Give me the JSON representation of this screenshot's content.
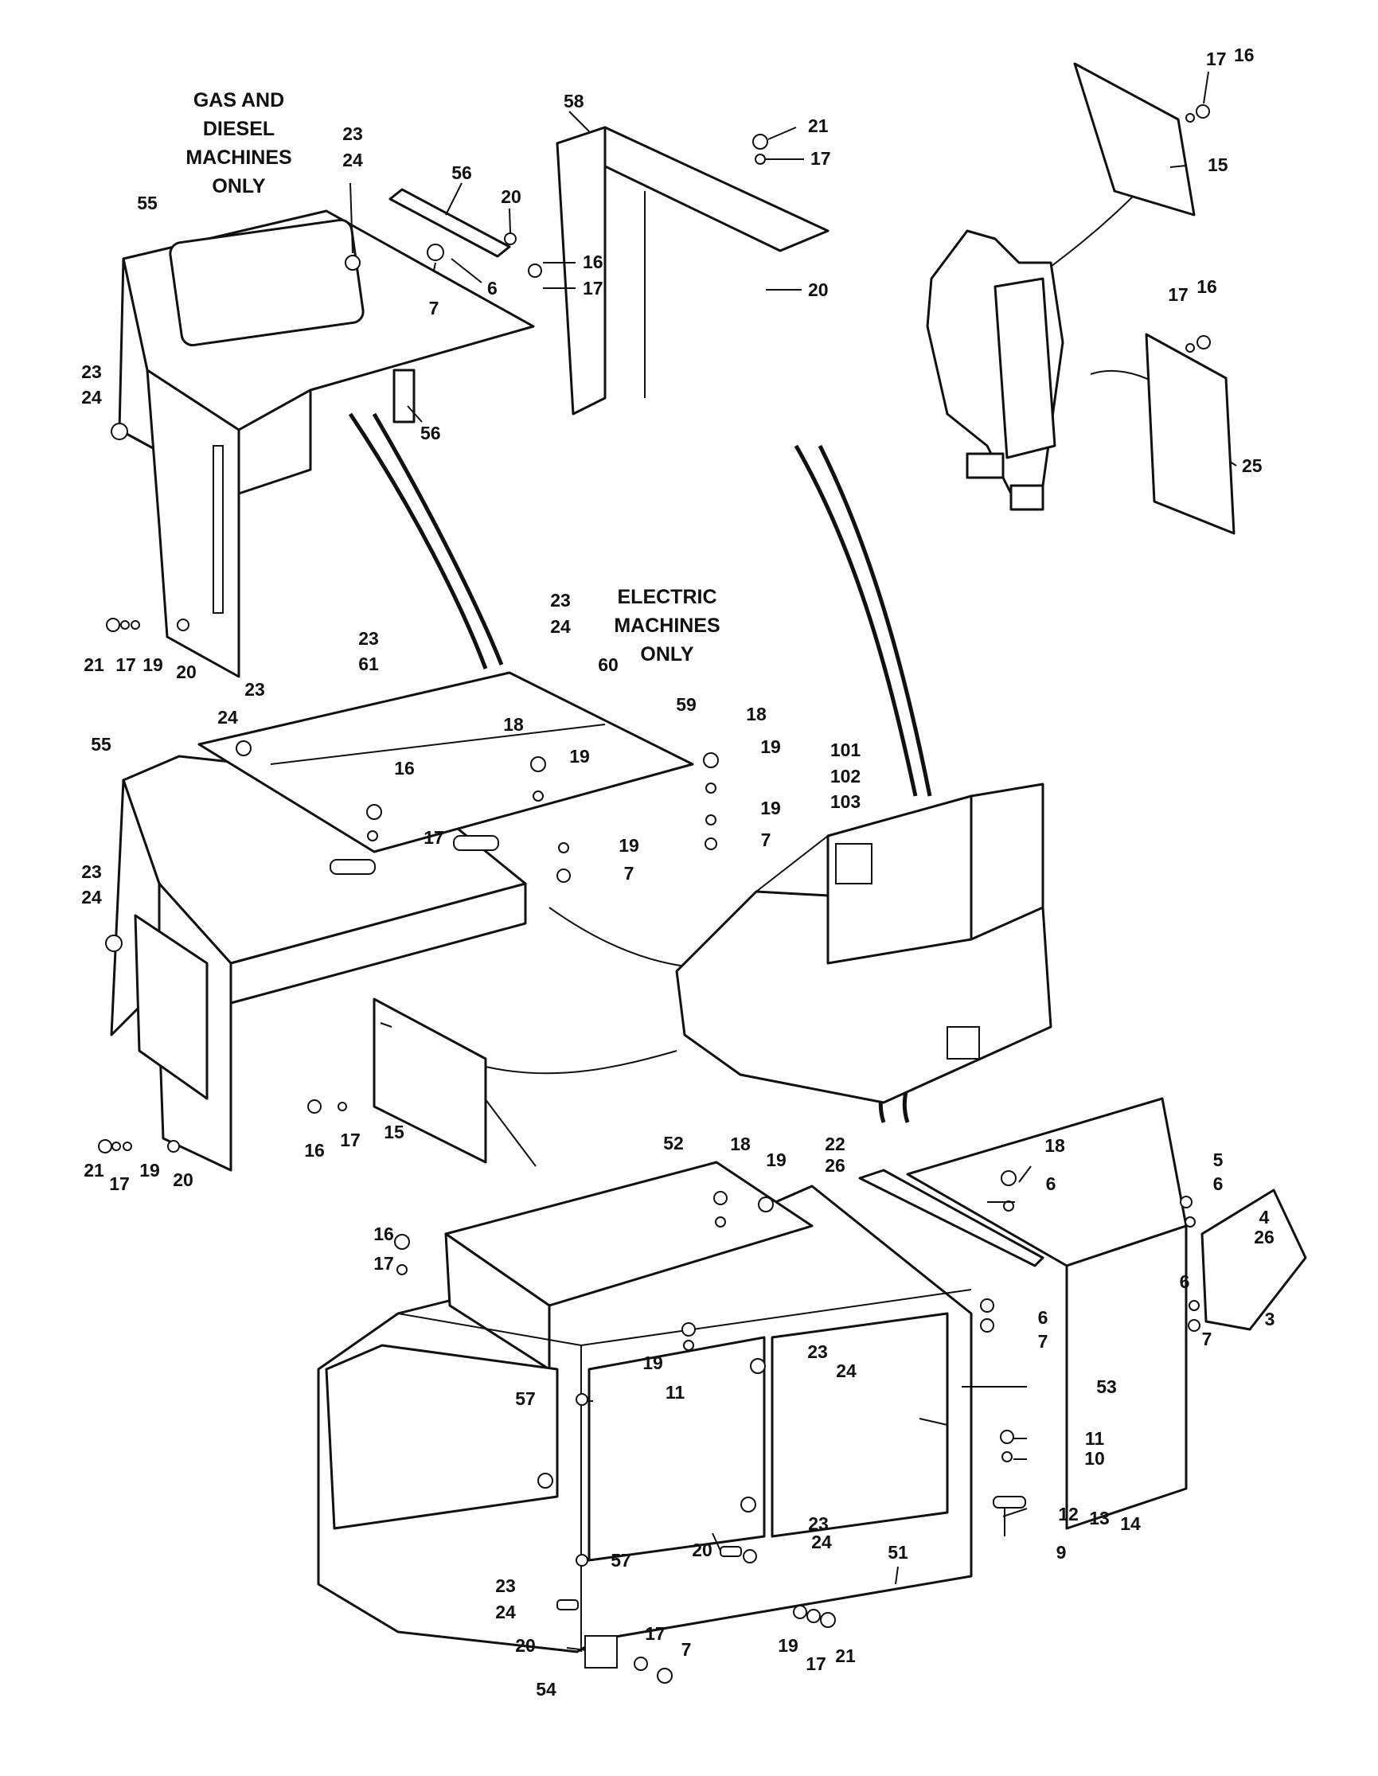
{
  "notes": {
    "gas_diesel": [
      "GAS AND",
      "DIESEL",
      "MACHINES",
      "ONLY"
    ],
    "electric": [
      "ELECTRIC",
      "MACHINES",
      "ONLY"
    ]
  },
  "callouts": [
    {
      "id": "c1",
      "text": "17"
    },
    {
      "id": "c2",
      "text": "16"
    },
    {
      "id": "c3",
      "text": "15"
    },
    {
      "id": "c4",
      "text": "58"
    },
    {
      "id": "c5",
      "text": "21"
    },
    {
      "id": "c6",
      "text": "17"
    },
    {
      "id": "c7",
      "text": "20"
    },
    {
      "id": "c8",
      "text": "23"
    },
    {
      "id": "c9",
      "text": "24"
    },
    {
      "id": "c10",
      "text": "56"
    },
    {
      "id": "c11",
      "text": "20"
    },
    {
      "id": "c12",
      "text": "55"
    },
    {
      "id": "c13",
      "text": "16"
    },
    {
      "id": "c14",
      "text": "17"
    },
    {
      "id": "c15",
      "text": "7"
    },
    {
      "id": "c16",
      "text": "6"
    },
    {
      "id": "c17",
      "text": "56"
    },
    {
      "id": "c18",
      "text": "17"
    },
    {
      "id": "c19",
      "text": "16"
    },
    {
      "id": "c20",
      "text": "25"
    },
    {
      "id": "c21",
      "text": "23"
    },
    {
      "id": "c22",
      "text": "24"
    },
    {
      "id": "c23",
      "text": "21"
    },
    {
      "id": "c24",
      "text": "17"
    },
    {
      "id": "c25",
      "text": "19"
    },
    {
      "id": "c26",
      "text": "20"
    },
    {
      "id": "c27",
      "text": "23"
    },
    {
      "id": "c28",
      "text": "24"
    },
    {
      "id": "c29",
      "text": "23"
    },
    {
      "id": "c30",
      "text": "61"
    },
    {
      "id": "c31",
      "text": "60"
    },
    {
      "id": "c32",
      "text": "59"
    },
    {
      "id": "c33",
      "text": "24"
    },
    {
      "id": "c34",
      "text": "23"
    },
    {
      "id": "c35",
      "text": "55"
    },
    {
      "id": "c36",
      "text": "18"
    },
    {
      "id": "c37",
      "text": "18"
    },
    {
      "id": "c38",
      "text": "19"
    },
    {
      "id": "c39",
      "text": "19"
    },
    {
      "id": "c40",
      "text": "16"
    },
    {
      "id": "c41",
      "text": "17"
    },
    {
      "id": "c42",
      "text": "19"
    },
    {
      "id": "c43",
      "text": "7"
    },
    {
      "id": "c44",
      "text": "19"
    },
    {
      "id": "c45",
      "text": "7"
    },
    {
      "id": "c46",
      "text": "101"
    },
    {
      "id": "c47",
      "text": "102"
    },
    {
      "id": "c48",
      "text": "103"
    },
    {
      "id": "c49",
      "text": "23"
    },
    {
      "id": "c50",
      "text": "24"
    },
    {
      "id": "c51",
      "text": "16"
    },
    {
      "id": "c52",
      "text": "17"
    },
    {
      "id": "c53",
      "text": "15"
    },
    {
      "id": "c54",
      "text": "21"
    },
    {
      "id": "c55",
      "text": "17"
    },
    {
      "id": "c56",
      "text": "19"
    },
    {
      "id": "c57",
      "text": "20"
    },
    {
      "id": "c58",
      "text": "52"
    },
    {
      "id": "c59",
      "text": "18"
    },
    {
      "id": "c60",
      "text": "19"
    },
    {
      "id": "c61",
      "text": "22"
    },
    {
      "id": "c62",
      "text": "26"
    },
    {
      "id": "c63",
      "text": "18"
    },
    {
      "id": "c64",
      "text": "6"
    },
    {
      "id": "c65",
      "text": "5"
    },
    {
      "id": "c66",
      "text": "6"
    },
    {
      "id": "c67",
      "text": "4"
    },
    {
      "id": "c68",
      "text": "26"
    },
    {
      "id": "c69",
      "text": "16"
    },
    {
      "id": "c70",
      "text": "17"
    },
    {
      "id": "c71",
      "text": "6"
    },
    {
      "id": "c72",
      "text": "7"
    },
    {
      "id": "c73",
      "text": "6"
    },
    {
      "id": "c74",
      "text": "7"
    },
    {
      "id": "c75",
      "text": "3"
    },
    {
      "id": "c76",
      "text": "19"
    },
    {
      "id": "c77",
      "text": "11"
    },
    {
      "id": "c78",
      "text": "23"
    },
    {
      "id": "c79",
      "text": "24"
    },
    {
      "id": "c80",
      "text": "57"
    },
    {
      "id": "c81",
      "text": "53"
    },
    {
      "id": "c82",
      "text": "11"
    },
    {
      "id": "c83",
      "text": "10"
    },
    {
      "id": "c84",
      "text": "12"
    },
    {
      "id": "c85",
      "text": "13"
    },
    {
      "id": "c86",
      "text": "14"
    },
    {
      "id": "c87",
      "text": "9"
    },
    {
      "id": "c88",
      "text": "23"
    },
    {
      "id": "c89",
      "text": "24"
    },
    {
      "id": "c90",
      "text": "57"
    },
    {
      "id": "c91",
      "text": "23"
    },
    {
      "id": "c92",
      "text": "24"
    },
    {
      "id": "c93",
      "text": "20"
    },
    {
      "id": "c94",
      "text": "51"
    },
    {
      "id": "c95",
      "text": "19"
    },
    {
      "id": "c96",
      "text": "17"
    },
    {
      "id": "c97",
      "text": "21"
    },
    {
      "id": "c98",
      "text": "20"
    },
    {
      "id": "c99",
      "text": "54"
    },
    {
      "id": "c100",
      "text": "17"
    },
    {
      "id": "c101",
      "text": "7"
    }
  ]
}
